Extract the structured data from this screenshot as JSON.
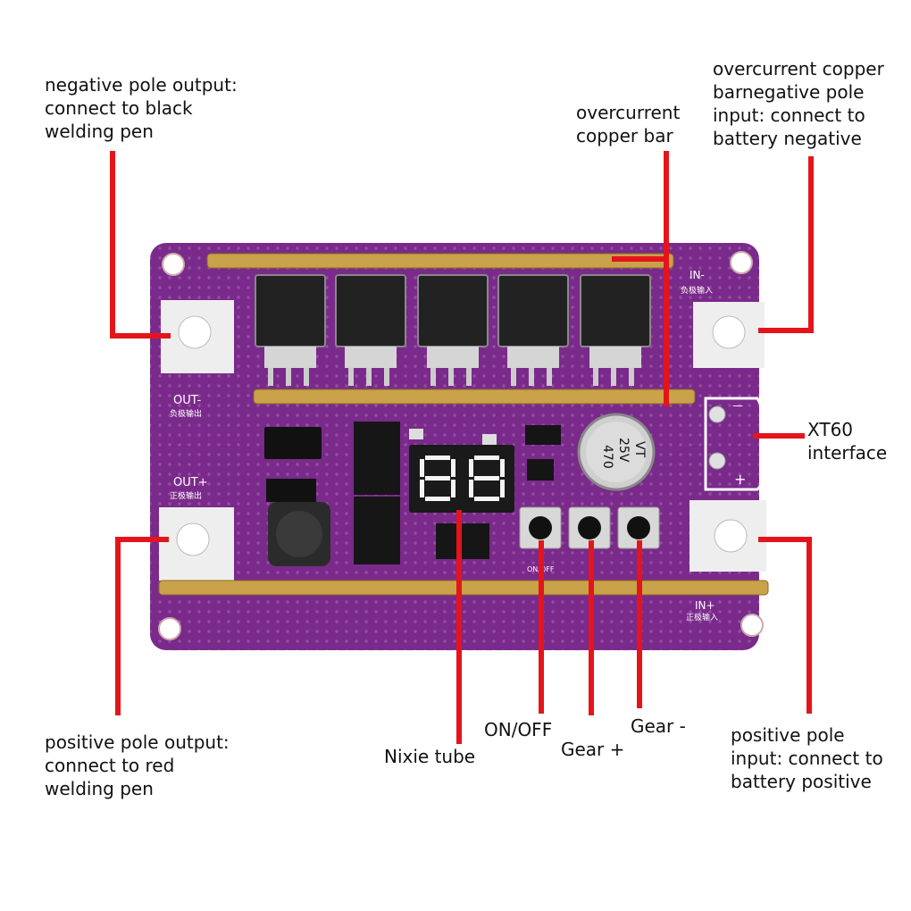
{
  "colors": {
    "board": "#7a2a8a",
    "board_dark": "#5c1d6a",
    "copper": "#c9a24a",
    "pad": "#f2f2f2",
    "callout": "#e5141b",
    "display_on": "#f4f4f4",
    "display_bg": "#1a1a1a"
  },
  "labels": {
    "neg_out": [
      "negative pole output:",
      "connect to black",
      "welding pen"
    ],
    "overcurrent_bar": [
      "overcurrent",
      "copper bar"
    ],
    "neg_in": [
      "overcurrent copper",
      "barnegative pole",
      "input: connect to",
      "battery negative"
    ],
    "xt60": [
      "XT60",
      "interface"
    ],
    "pos_out": [
      "positive pole output:",
      "connect to red",
      "welding pen"
    ],
    "nixie": "Nixie tube",
    "onoff": "ON/OFF",
    "gear_plus": "Gear +",
    "gear_minus": "Gear -",
    "pos_in": [
      "positive pole",
      "input: connect to",
      "battery positive"
    ]
  },
  "silkscreen": {
    "in_minus": "IN-",
    "in_minus_cn": "负极输入",
    "out_minus": "OUT-",
    "out_minus_cn": "负极输出",
    "out_plus": "OUT+",
    "out_plus_cn": "正极输出",
    "in_plus": "IN+",
    "in_plus_cn": "正极输入",
    "onoff_small": "ON/OFF",
    "cap_text": [
      "470",
      "25V",
      "VT"
    ],
    "xt60_minus": "—",
    "xt60_plus": "+"
  }
}
